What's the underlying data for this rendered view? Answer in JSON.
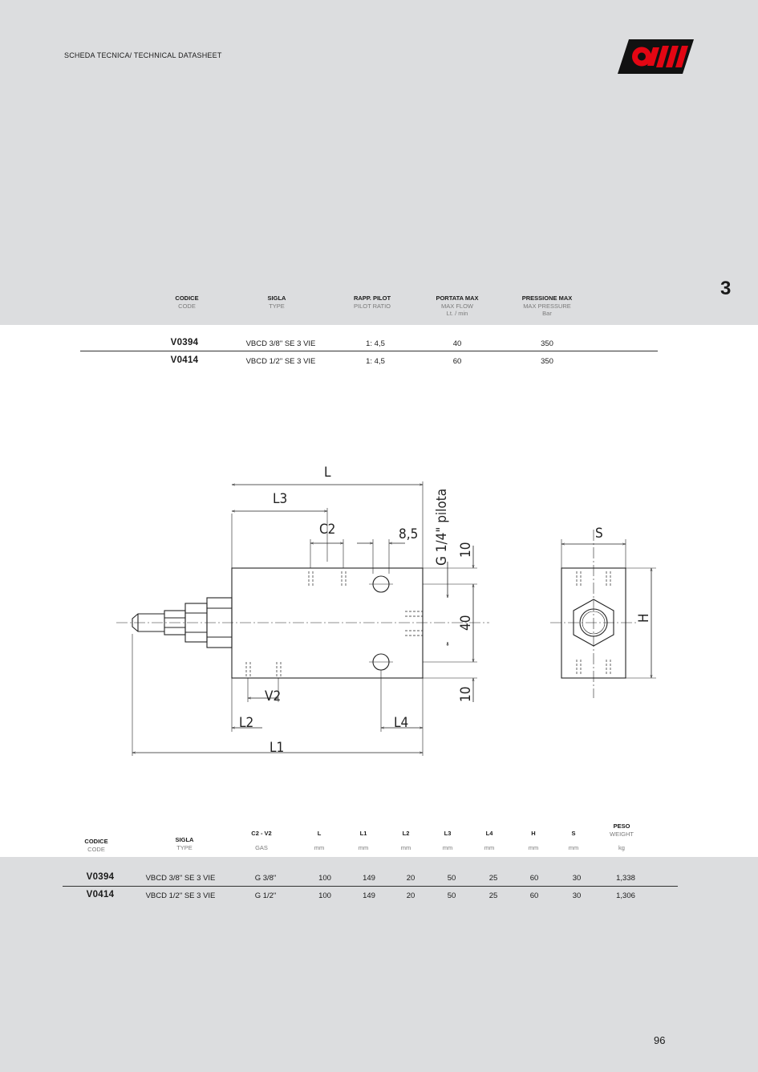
{
  "header": {
    "title": "SCHEDA TECNICA/ TECHNICAL DATASHEET"
  },
  "section_number": "3",
  "page_number": "96",
  "brand_color": "#e30613",
  "table1": {
    "headers": [
      {
        "label": "CODICE",
        "sub": "CODE",
        "unit": ""
      },
      {
        "label": "SIGLA",
        "sub": "TYPE",
        "unit": ""
      },
      {
        "label": "RAPP. PILOT",
        "sub": "PILOT RATIO",
        "unit": ""
      },
      {
        "label": "PORTATA MAX",
        "sub": "MAX FLOW",
        "unit": "Lt. / min"
      },
      {
        "label": "PRESSIONE MAX",
        "sub": "MAX PRESSURE",
        "unit": "Bar"
      }
    ],
    "rows": [
      [
        "V0394",
        "VBCD 3/8\" SE 3 VIE",
        "1: 4,5",
        "40",
        "350"
      ],
      [
        "V0414",
        "VBCD 1/2\" SE 3 VIE",
        "1: 4,5",
        "60",
        "350"
      ]
    ]
  },
  "drawing": {
    "labels": {
      "L": "L",
      "L1": "L1",
      "L2": "L2",
      "L3": "L3",
      "L4": "L4",
      "C2": "C2",
      "V2": "V2",
      "d85": "8,5",
      "pilot": "G 1/4\" pilota",
      "d10a": "10",
      "d40": "40",
      "d10b": "10",
      "S": "S",
      "H": "H"
    }
  },
  "table2": {
    "headers": [
      {
        "label": "CODICE",
        "sub": "CODE",
        "unit": ""
      },
      {
        "label": "SIGLA",
        "sub": "TYPE",
        "unit": ""
      },
      {
        "label": "C2 - V2",
        "sub": "GAS",
        "unit": ""
      },
      {
        "label": "L",
        "sub": "mm",
        "unit": ""
      },
      {
        "label": "L1",
        "sub": "mm",
        "unit": ""
      },
      {
        "label": "L2",
        "sub": "mm",
        "unit": ""
      },
      {
        "label": "L3",
        "sub": "mm",
        "unit": ""
      },
      {
        "label": "L4",
        "sub": "mm",
        "unit": ""
      },
      {
        "label": "H",
        "sub": "mm",
        "unit": ""
      },
      {
        "label": "S",
        "sub": "mm",
        "unit": ""
      },
      {
        "label": "PESO",
        "sub": "WEIGHT",
        "unit": "kg"
      }
    ],
    "rows": [
      [
        "V0394",
        "VBCD 3/8\" SE 3 VIE",
        "G 3/8\"",
        "100",
        "149",
        "20",
        "50",
        "25",
        "60",
        "30",
        "1,338"
      ],
      [
        "V0414",
        "VBCD 1/2\" SE 3 VIE",
        "G 1/2\"",
        "100",
        "149",
        "20",
        "50",
        "25",
        "60",
        "30",
        "1,306"
      ]
    ]
  }
}
